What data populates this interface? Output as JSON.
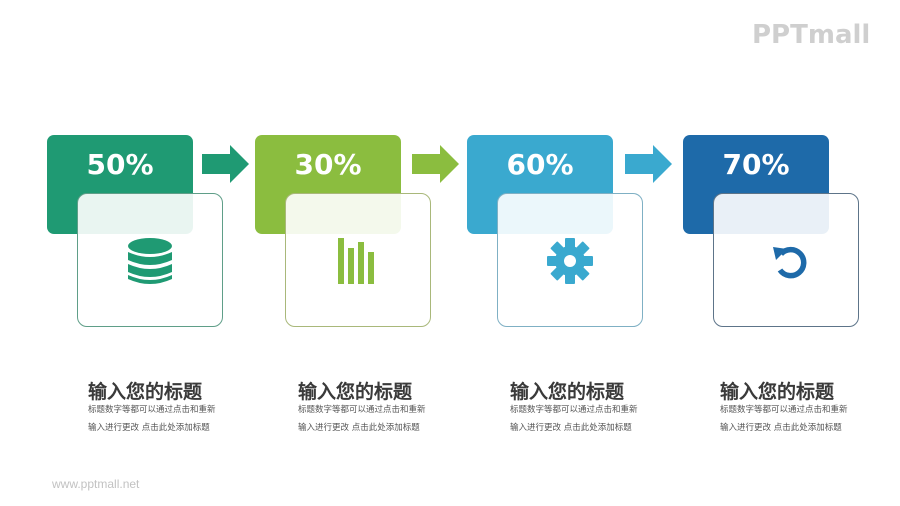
{
  "logo": "PPTmall",
  "footer_url": "www.pptmall.net",
  "steps": [
    {
      "percent": "50%",
      "color": "#1f9a73",
      "icon": "database-icon",
      "title": "输入您的标题",
      "desc_line1": "标题数字等都可以通过点击和重新",
      "desc_line2": "输入进行更改 点击此处添加标题"
    },
    {
      "percent": "30%",
      "color": "#8bbd3f",
      "icon": "bar-chart-icon",
      "title": "输入您的标题",
      "desc_line1": "标题数字等都可以通过点击和重新",
      "desc_line2": "输入进行更改 点击此处添加标题"
    },
    {
      "percent": "60%",
      "color": "#3aa9cf",
      "icon": "gear-icon",
      "title": "输入您的标题",
      "desc_line1": "标题数字等都可以通过点击和重新",
      "desc_line2": "输入进行更改 点击此处添加标题"
    },
    {
      "percent": "70%",
      "color": "#1e6aa9",
      "icon": "undo-icon",
      "title": "输入您的标题",
      "desc_line1": "标题数字等都可以通过点击和重新",
      "desc_line2": "输入进行更改 点击此处添加标题"
    }
  ]
}
